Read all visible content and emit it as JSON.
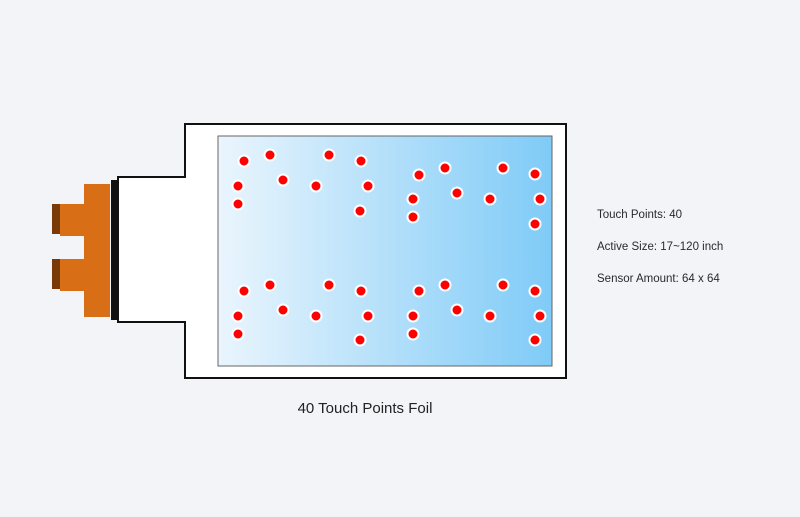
{
  "caption": "40 Touch Points Foil",
  "specs": [
    {
      "text": "Touch Points: 40"
    },
    {
      "text": "Active Size: 17~120 inch"
    },
    {
      "text": "Sensor Amount: 64 x 64"
    }
  ],
  "colors": {
    "touch_point": "#ff0000",
    "touch_point_ring": "#ffffff",
    "panel_gradient_left": "#eaf5fd",
    "panel_gradient_right": "#7fcbf7",
    "connector": "#d86f16",
    "connector_dark": "#7a3a08",
    "frame_border": "#111111"
  },
  "touch_points": {
    "count": 40,
    "icon": "red-dot-icon"
  }
}
